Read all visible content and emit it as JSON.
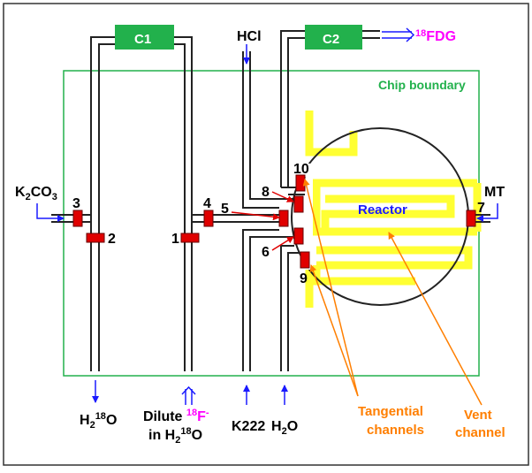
{
  "colors": {
    "chip_boundary": "#22b14c",
    "valve": "#e00000",
    "vent_channel": "#ffff33",
    "arrow_blue": "#1a1aff",
    "label_orange": "#ff7f00",
    "isotope_magenta": "#ff00ff",
    "frame": "#333333"
  },
  "columns": {
    "c1": "C1",
    "c2": "C2"
  },
  "chip_boundary_label": "Chip boundary",
  "reactor_label": "Reactor",
  "inputs": {
    "hcl": "HCl",
    "k2co3_main": "K",
    "k2co3_sub": "2",
    "k2co3_tail": "CO",
    "k2co3_sub3": "3",
    "mt": "MT",
    "k222": "K222",
    "h2o_main": "H",
    "h2o_sub": "2",
    "h2o_tail": "O"
  },
  "outputs": {
    "fdg_super": "18",
    "fdg_text": "FDG",
    "h218o_main": "H",
    "h218o_sub": "2",
    "h218o_super": "18",
    "h218o_tail": "O"
  },
  "dilute": {
    "line1": "Dilute ",
    "f_super": "18",
    "f_text": "F",
    "f_charge": "-",
    "line2_in": "in H",
    "line2_sub": "2",
    "line2_super": "18",
    "line2_tail": "O"
  },
  "valves": [
    "1",
    "2",
    "3",
    "4",
    "5",
    "6",
    "7",
    "8",
    "9",
    "10"
  ],
  "annotations": {
    "tangential_line1": "Tangential",
    "tangential_line2": "channels",
    "vent_line1": "Vent",
    "vent_line2": "channel"
  }
}
